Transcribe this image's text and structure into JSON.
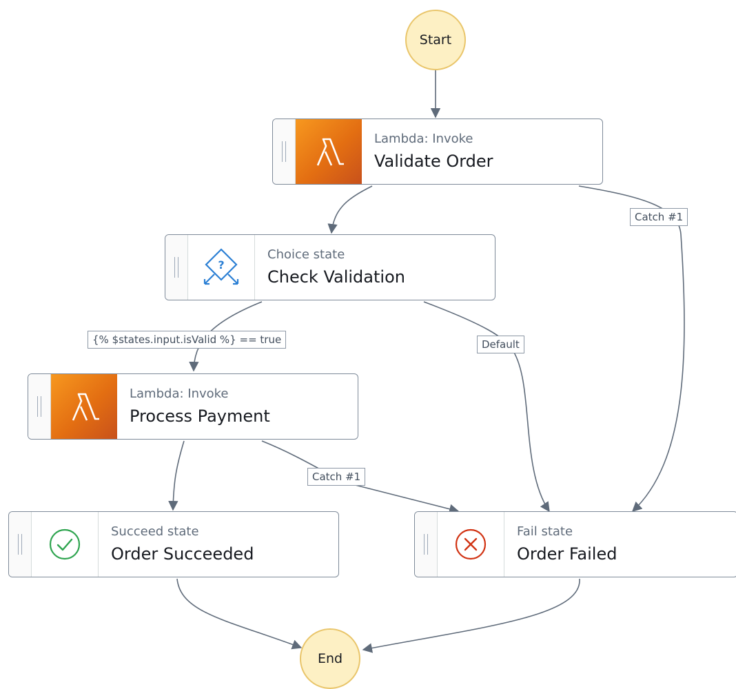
{
  "start": "Start",
  "end": "End",
  "states": {
    "validate": {
      "kind": "Lambda: Invoke",
      "name": "Validate Order",
      "icon": "lambda-icon"
    },
    "check": {
      "kind": "Choice state",
      "name": "Check Validation",
      "icon": "choice-icon"
    },
    "payment": {
      "kind": "Lambda: Invoke",
      "name": "Process Payment",
      "icon": "lambda-icon"
    },
    "succeed": {
      "kind": "Succeed state",
      "name": "Order Succeeded",
      "icon": "check-circle-icon"
    },
    "fail": {
      "kind": "Fail state",
      "name": "Order Failed",
      "icon": "x-circle-icon"
    }
  },
  "edge_labels": {
    "catch_validate": "Catch #1",
    "choice_true": "{% $states.input.isValid %} == true",
    "choice_default": "Default",
    "catch_payment": "Catch #1"
  },
  "colors": {
    "lambda": "#e36e12",
    "choice": "#2b7fd4",
    "success": "#2ea44f",
    "failure": "#d13212",
    "terminal_fill": "#fdf0c4",
    "edge": "#5f6b7a"
  }
}
